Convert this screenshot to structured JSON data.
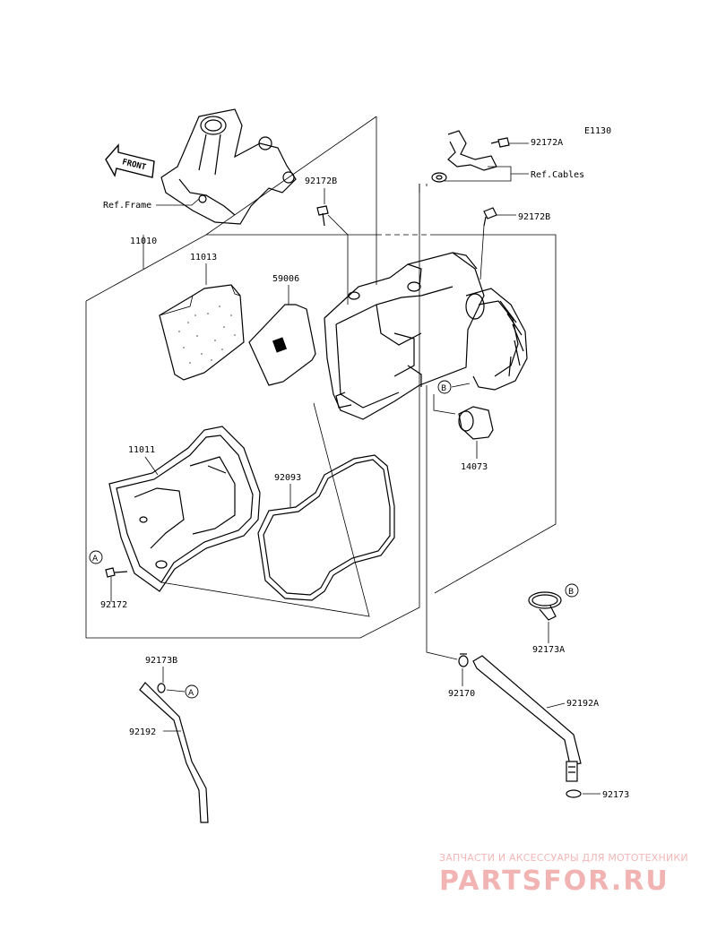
{
  "diagram_code": "E1130",
  "front_arrow": "FRONT",
  "refs": {
    "frame": "Ref.Frame",
    "cables": "Ref.Cables"
  },
  "callouts": {
    "a": "A",
    "b": "B"
  },
  "parts": {
    "p11010": "11010",
    "p11013": "11013",
    "p59006": "59006",
    "p11011": "11011",
    "p92093": "92093",
    "p92172": "92172",
    "p92172A": "92172A",
    "p92172B_top": "92172B",
    "p92172B_right": "92172B",
    "p14073": "14073",
    "p92173A": "92173A",
    "p92173B": "92173B",
    "p92192": "92192",
    "p92170": "92170",
    "p92192A": "92192A",
    "p92173": "92173"
  },
  "watermark": {
    "tagline": "ЗАПЧАСТИ И АКСЕССУАРЫ ДЛЯ МОТОТЕХНИКИ",
    "logo": "PARTSFOR.RU"
  }
}
